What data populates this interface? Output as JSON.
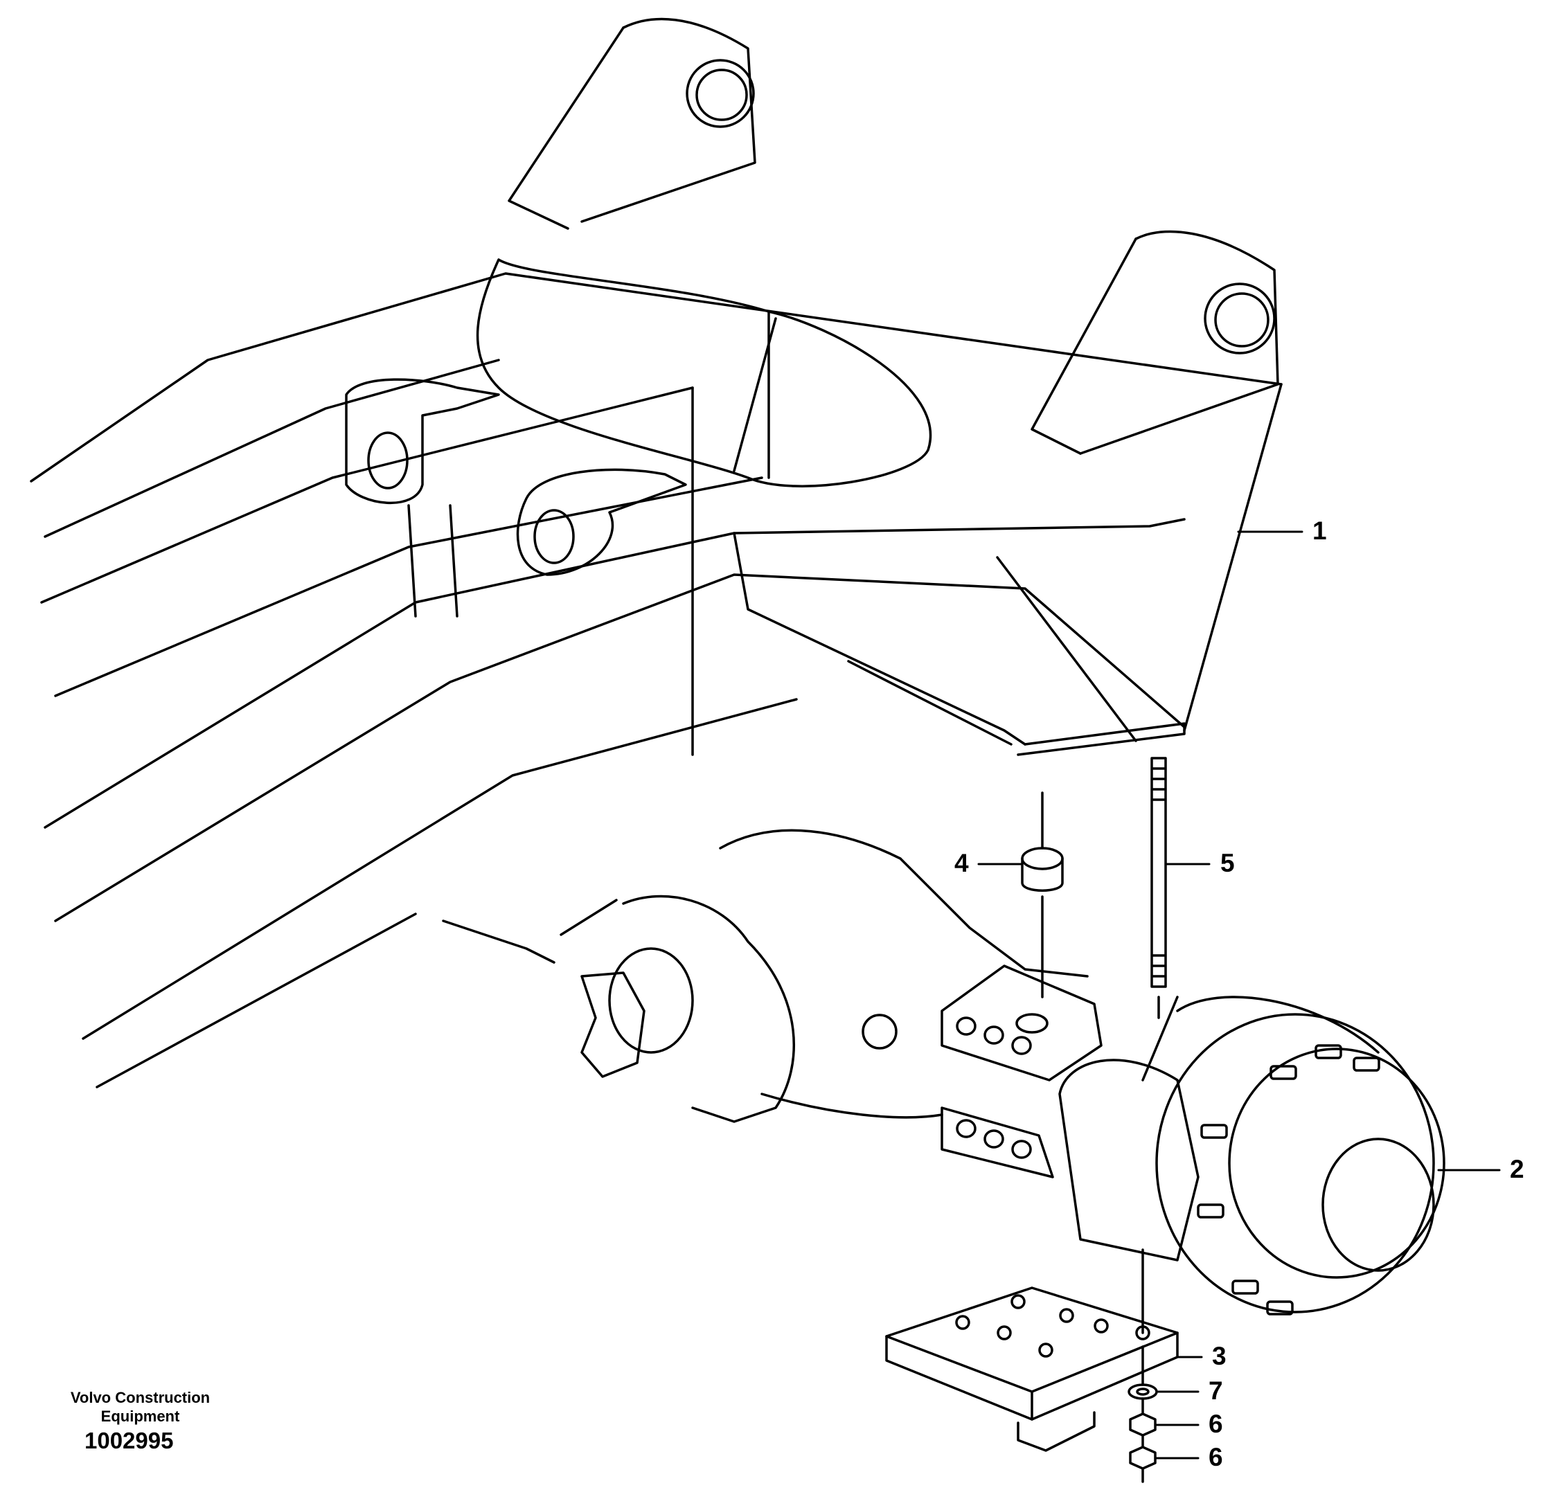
{
  "figure": {
    "publisher_line1": "Volvo Construction",
    "publisher_line2": "Equipment",
    "figure_number": "1002995"
  },
  "callouts": [
    {
      "id": "frame-callout",
      "label": "1"
    },
    {
      "id": "hub-callout",
      "label": "2"
    },
    {
      "id": "pad-callout",
      "label": "3"
    },
    {
      "id": "bushing-callout",
      "label": "4"
    },
    {
      "id": "stud-callout",
      "label": "5"
    },
    {
      "id": "nut-upper-callout",
      "label": "6"
    },
    {
      "id": "nut-lower-callout",
      "label": "6"
    },
    {
      "id": "washer-callout",
      "label": "7"
    }
  ]
}
